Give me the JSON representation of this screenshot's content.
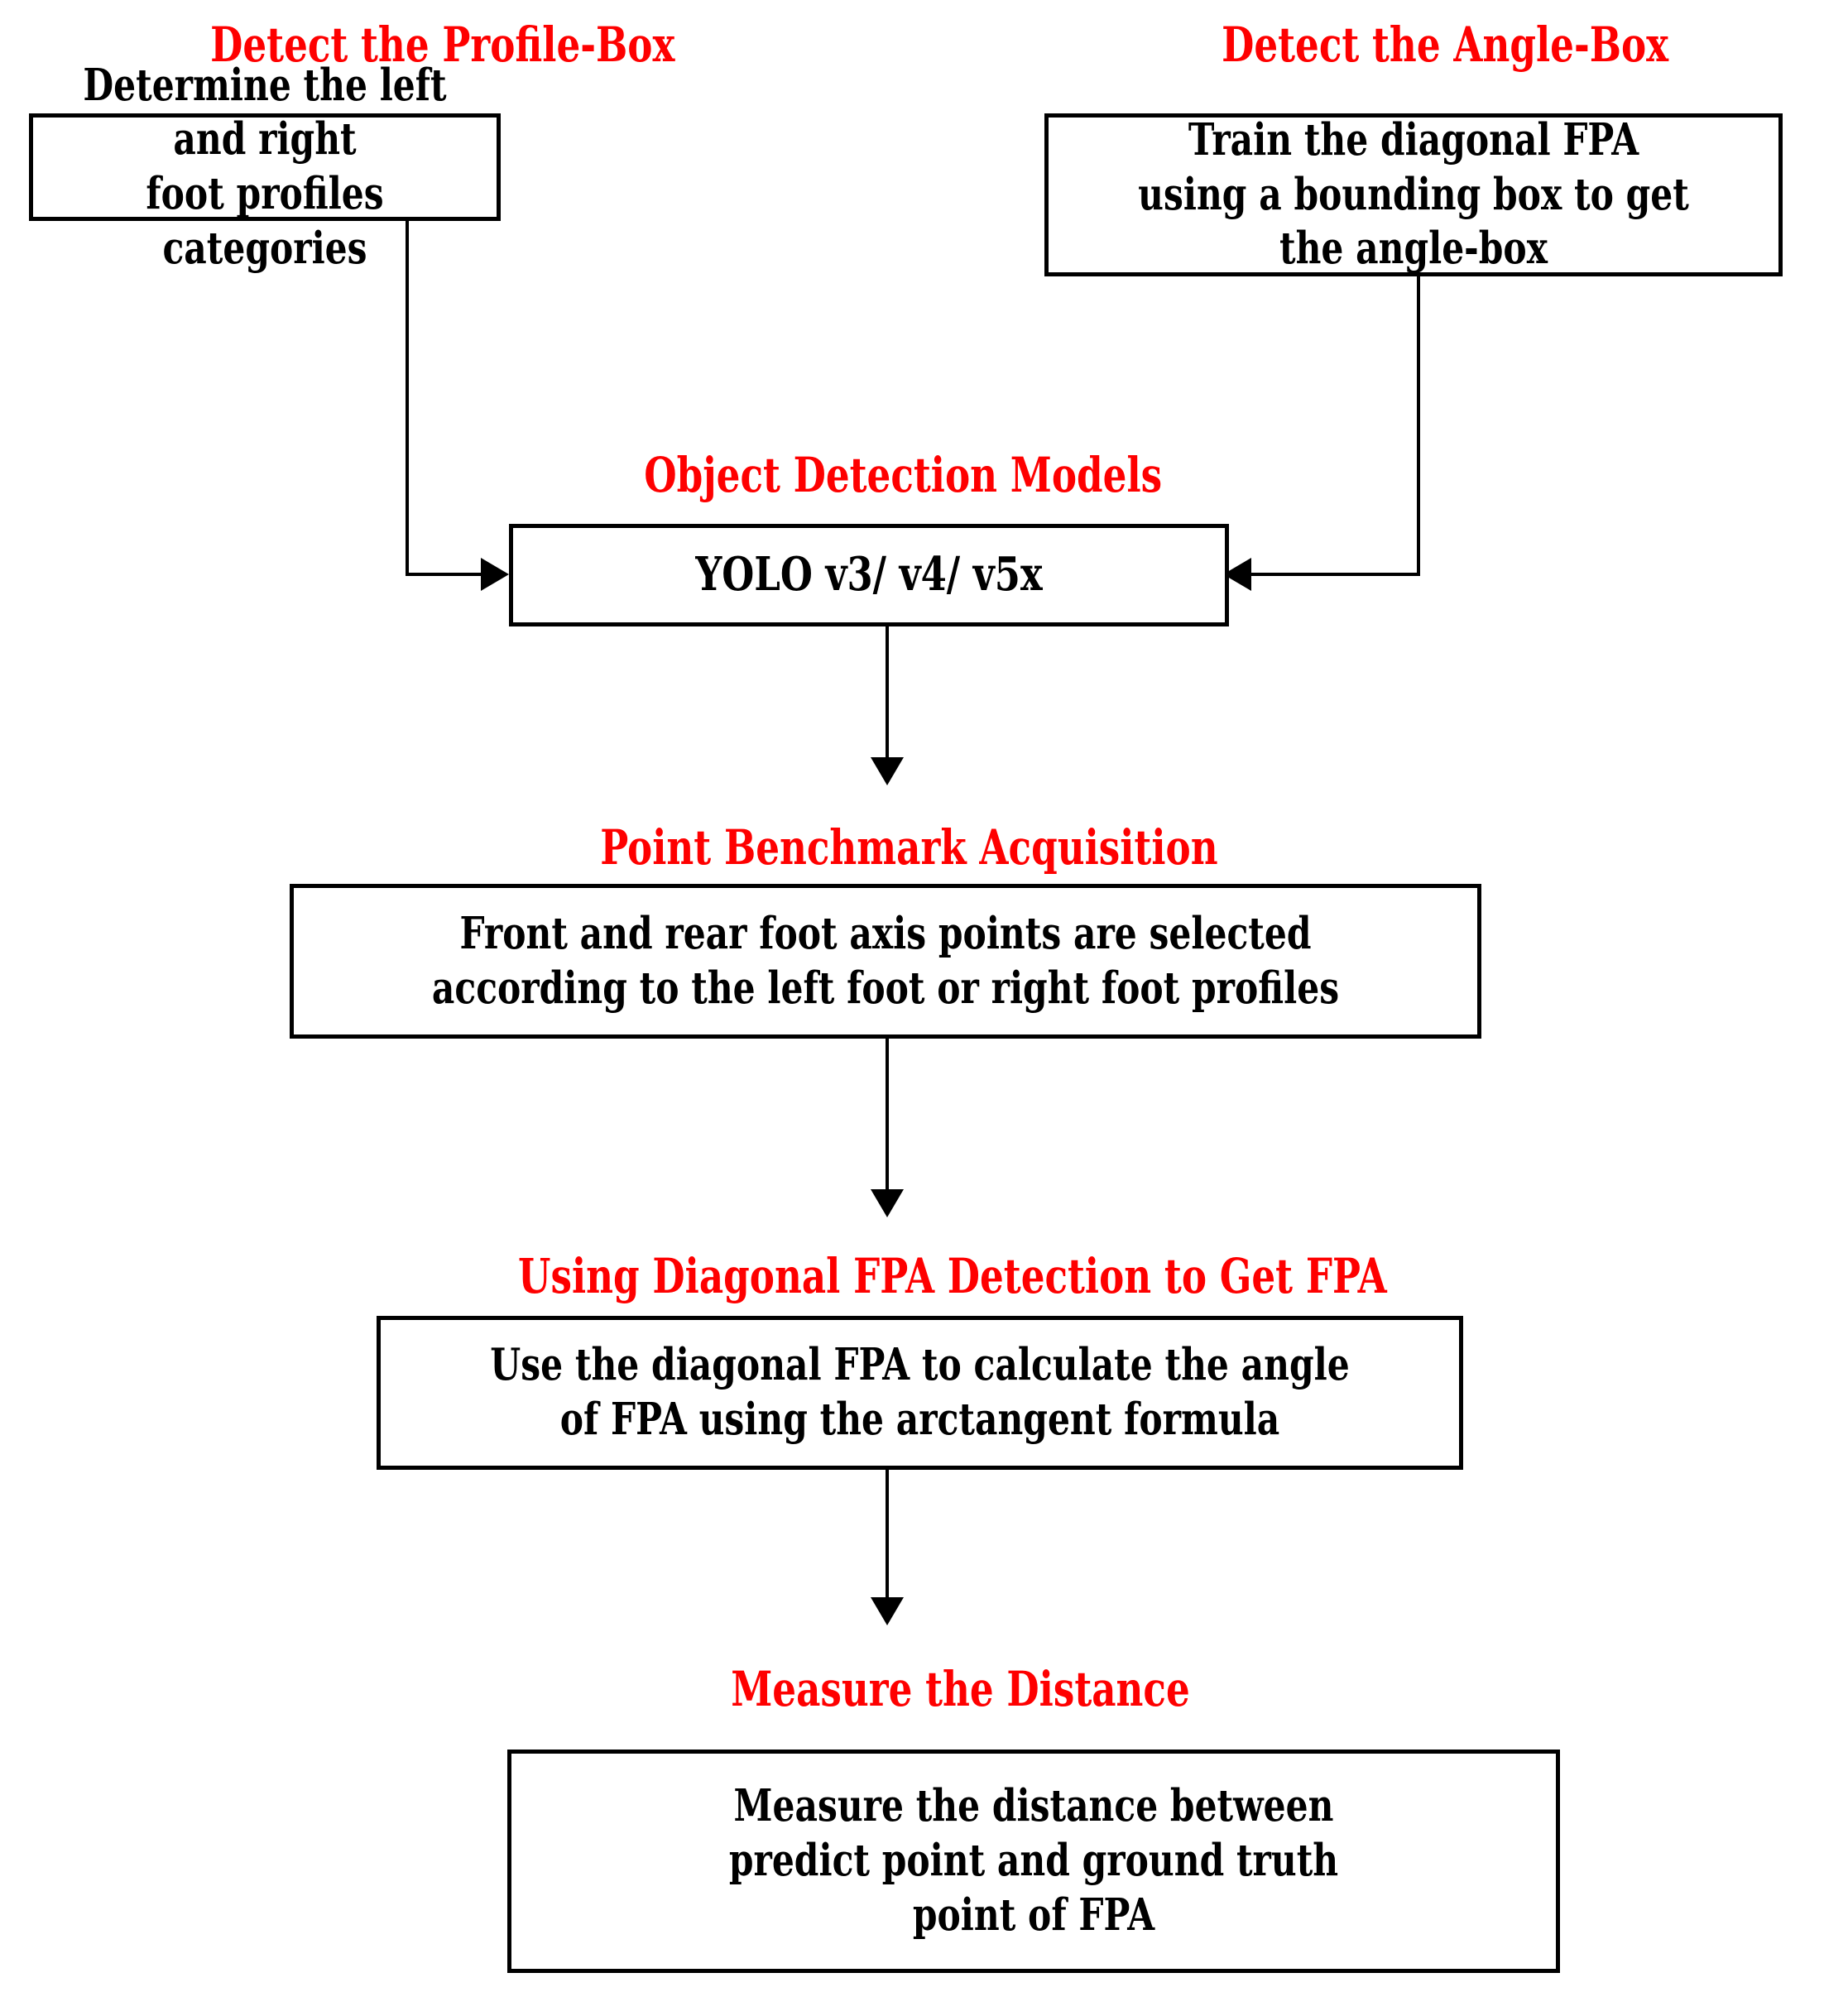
{
  "diagram": {
    "title": "Foot Progression Angle (FPA) detection pipeline",
    "accent_color": "#FE0000",
    "line_color": "#000000",
    "background_color": "#FFFFFF",
    "nodes": [
      {
        "id": "profile-box",
        "heading": "Detect the Profile-Box",
        "body": "Determine the left and right\nfoot profiles categories"
      },
      {
        "id": "angle-box",
        "heading": "Detect the Angle-Box",
        "body": "Train the diagonal FPA\nusing a bounding box to get\nthe angle-box"
      },
      {
        "id": "object-detection-models",
        "heading": "Object Detection Models",
        "body": "YOLO v3/ v4/ v5x"
      },
      {
        "id": "point-benchmark-acquisition",
        "heading": "Point Benchmark Acquisition",
        "body": "Front and rear foot axis points  are selected\naccording to the left foot or right foot profiles"
      },
      {
        "id": "diagonal-fpa-detection",
        "heading": "Using Diagonal FPA Detection to Get FPA",
        "body": "Use the diagonal FPA to calculate the angle\nof FPA using the arctangent formula"
      },
      {
        "id": "measure-the-distance",
        "heading": "Measure the Distance",
        "body": "Measure the distance between\npredict point and ground truth\npoint of FPA"
      }
    ],
    "edges": [
      {
        "from": "profile-box",
        "to": "object-detection-models",
        "style": "elbow-right-arrow"
      },
      {
        "from": "angle-box",
        "to": "object-detection-models",
        "style": "elbow-left-arrow"
      },
      {
        "from": "object-detection-models",
        "to": "point-benchmark-acquisition",
        "style": "straight-down-arrow"
      },
      {
        "from": "point-benchmark-acquisition",
        "to": "diagonal-fpa-detection",
        "style": "straight-down-arrow"
      },
      {
        "from": "diagonal-fpa-detection",
        "to": "measure-the-distance",
        "style": "straight-down-arrow"
      }
    ]
  }
}
